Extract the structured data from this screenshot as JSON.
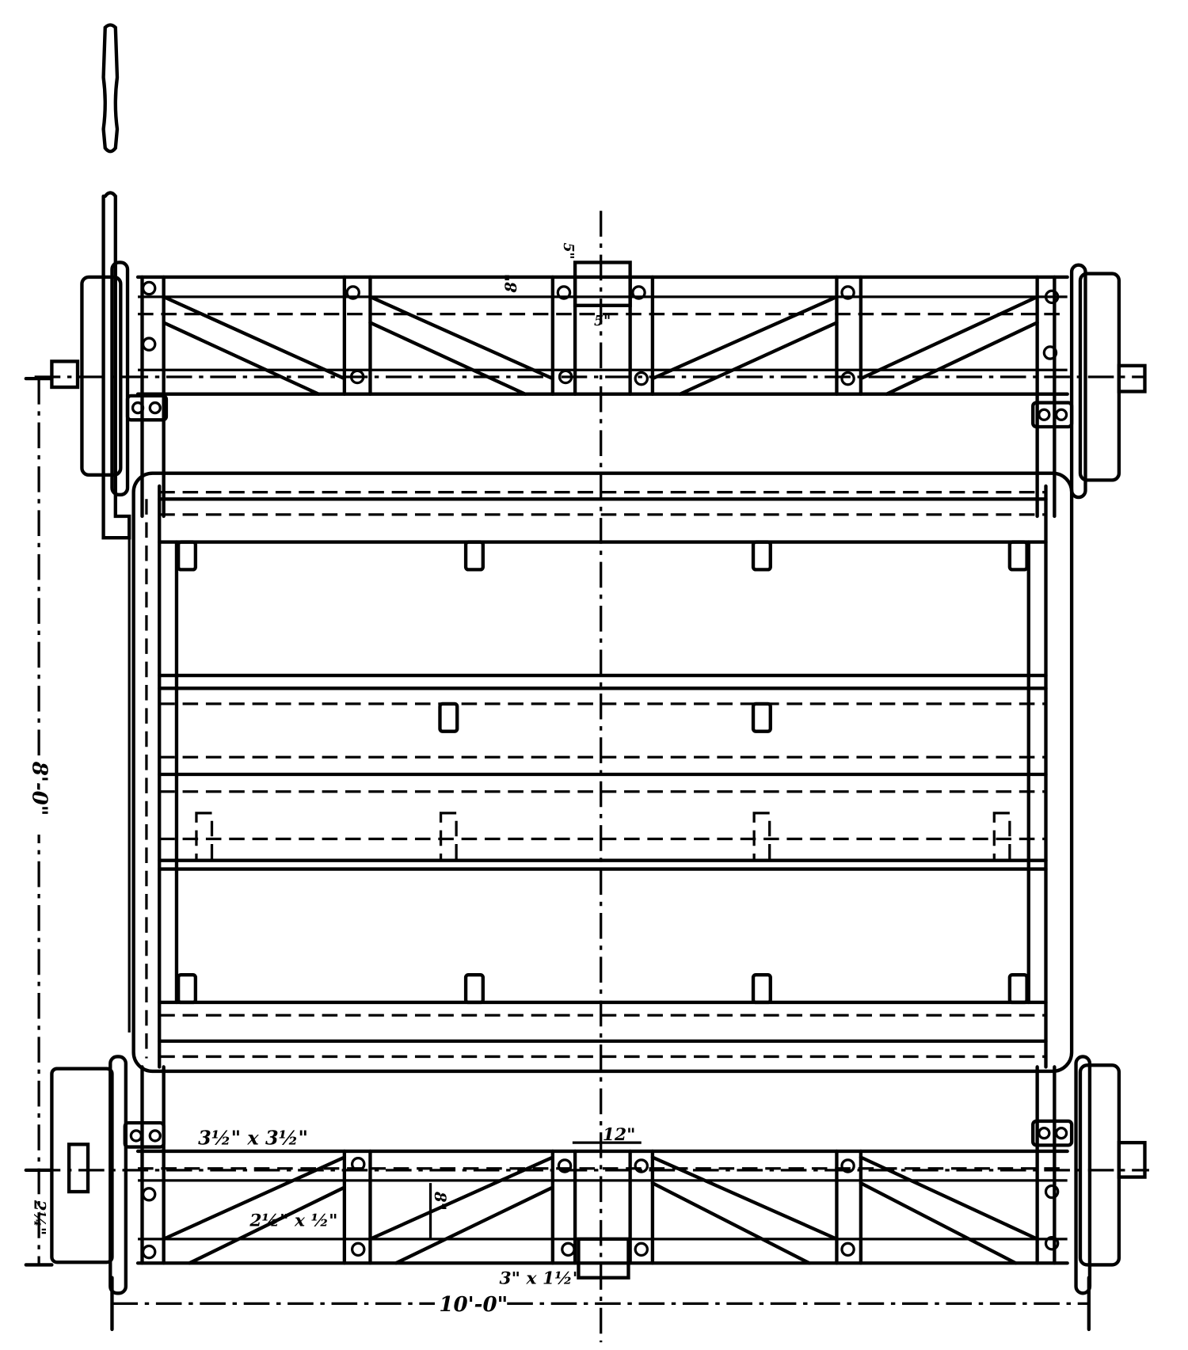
{
  "title": "Truck and body plan, mechanical drawing",
  "dimensions": {
    "overall_length": "10'-0\"",
    "wheelbase": "8'-0\"",
    "bolster_top": "8\"",
    "center_plate_top": "5\"",
    "gap_top": "5\"",
    "corner_post": "3½\" x 3½\"",
    "brace": "2½\" x ½\"",
    "center_width": "12\"",
    "frame_depth": "8\"",
    "bottom_bar": "3\" x 1½\"",
    "axle_offset": "2¼\""
  }
}
